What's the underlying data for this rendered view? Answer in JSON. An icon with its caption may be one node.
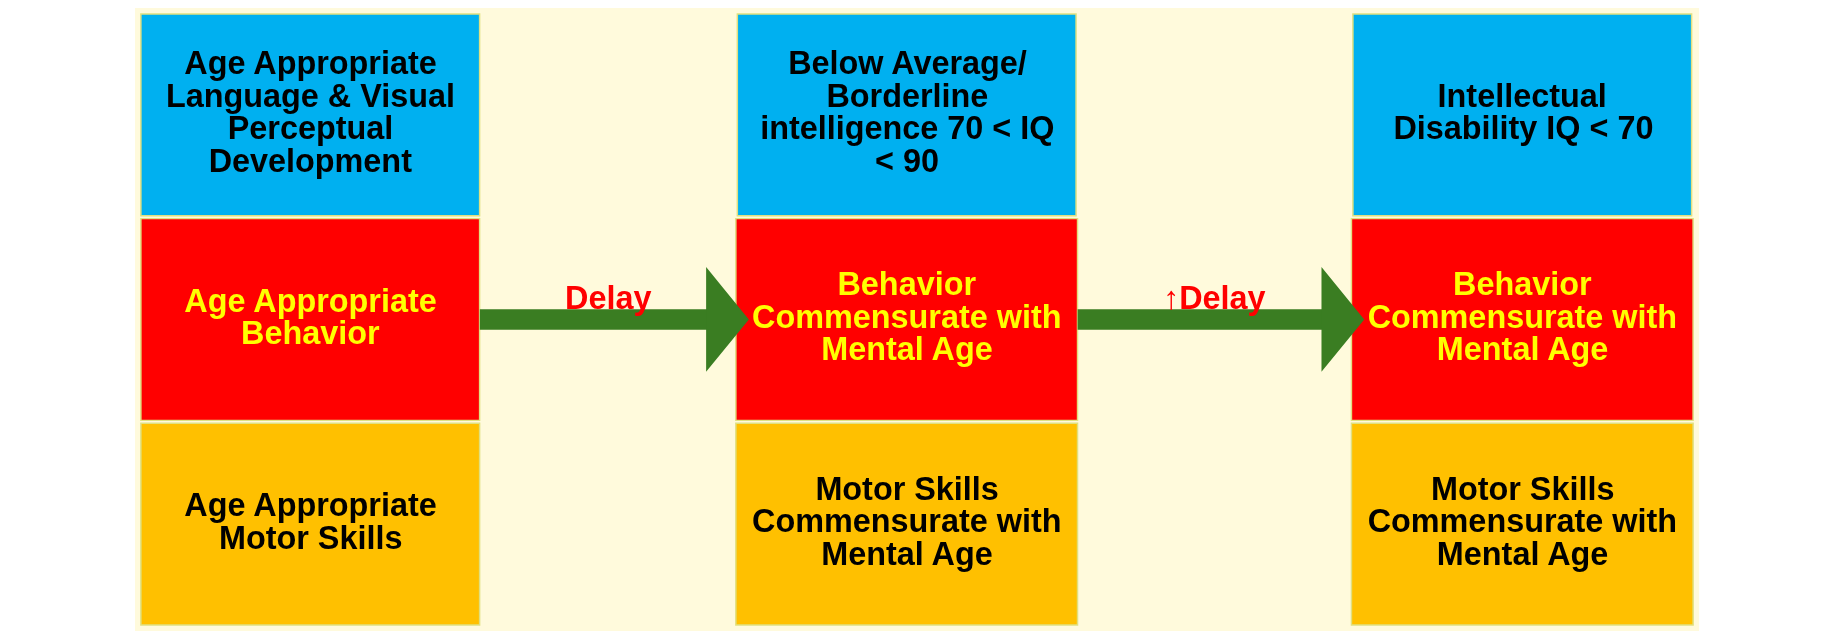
{
  "diagram": {
    "nodes": [
      {
        "text": [
          "Age Appropriate Language & Visual Perceptual Development"
        ]
      },
      {
        "text": [
          "Age Appropriate Behavior"
        ]
      },
      {
        "text": [
          "Age Appropriate Motor Skills"
        ]
      },
      {
        "text": [
          "Below Average/ Borderline intelligence 70 < IQ < 90"
        ]
      },
      {
        "text": [
          "Behavior Commensurate with Mental Age"
        ]
      },
      {
        "text": [
          "Motor Skills Commensurate with Mental Age"
        ]
      },
      {
        "text": [
          "Intellectual Disability IQ < 70"
        ]
      },
      {
        "text": [
          "Behavior Commensurate with Mental Age"
        ]
      },
      {
        "text": [
          "Motor Skills Commensurate with Mental Age"
        ]
      }
    ],
    "edges": [
      {
        "from": 1,
        "to": 4,
        "arrow": "to",
        "label": "Delay",
        "color": "#3a7d22"
      },
      {
        "from": 4,
        "to": 7,
        "arrow": "to",
        "label": "↑Delay",
        "color": "#3a7d22"
      }
    ]
  }
}
